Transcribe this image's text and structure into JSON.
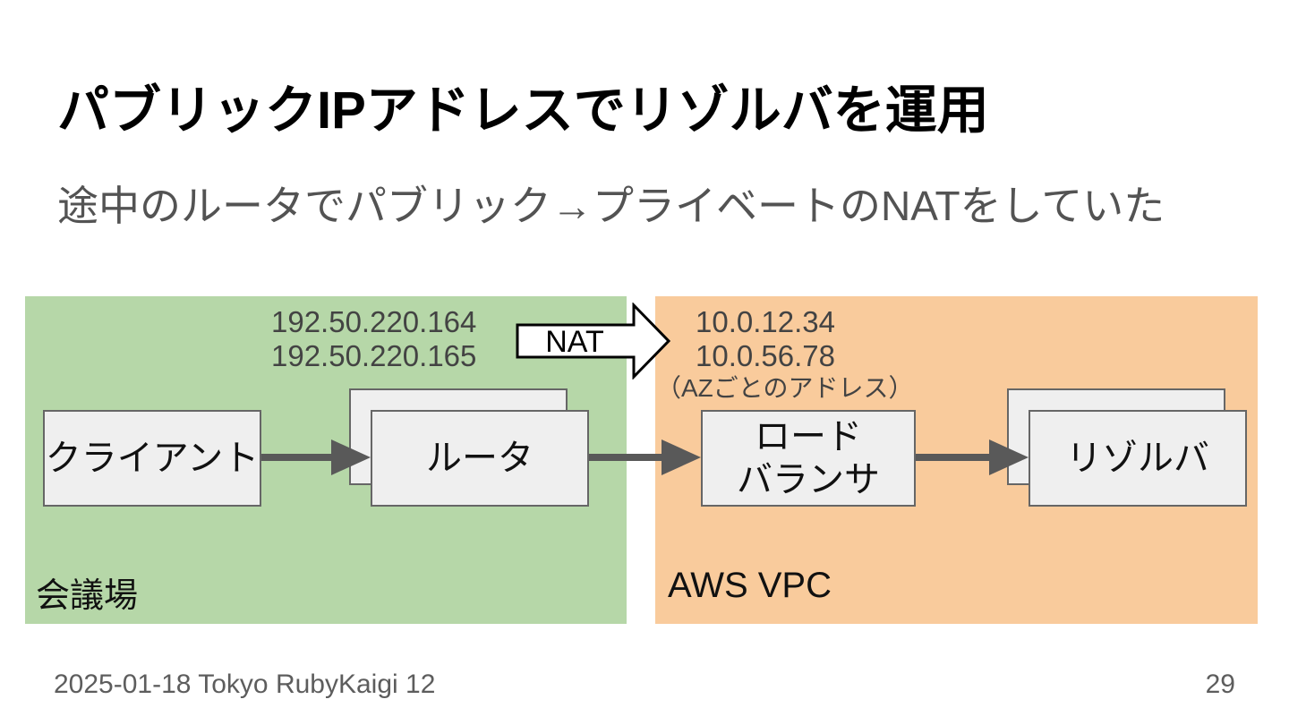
{
  "slide": {
    "title": "パブリックIPアドレスでリゾルバを運用",
    "subtitle": "途中のルータでパブリック→プライベートのNATをしていた",
    "footer": {
      "credit": "2025-01-18 Tokyo RubyKaigi 12",
      "page_number": "29"
    }
  },
  "diagram": {
    "nat_label": "NAT",
    "venue": {
      "label": "会議場",
      "bg_color": "#b6d7a8",
      "public_ips": [
        "192.50.220.164",
        "192.50.220.165"
      ],
      "nodes": {
        "client": "クライアント",
        "router": "ルータ"
      }
    },
    "aws": {
      "label": "AWS VPC",
      "bg_color": "#f9cb9c",
      "private_ips": [
        "10.0.12.34",
        "10.0.56.78"
      ],
      "ip_note": "（AZごとのアドレス）",
      "nodes": {
        "load_balancer": "ロード\nバランサ",
        "resolver": "リゾルバ"
      }
    }
  }
}
